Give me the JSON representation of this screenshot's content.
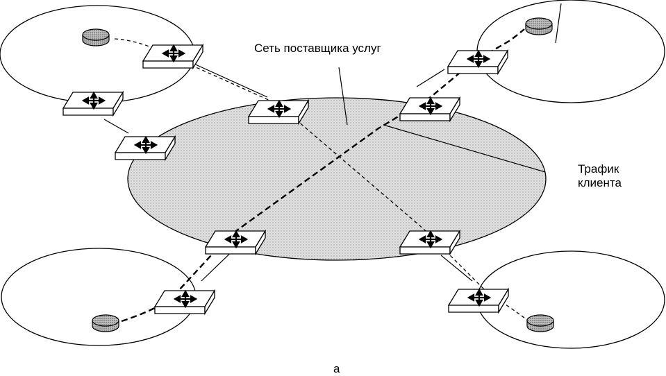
{
  "labels": {
    "provider_network": "Сеть поставщика услуг",
    "client_traffic_line1": "Трафик",
    "client_traffic_line2": "клиента",
    "caption": "а"
  },
  "colors": {
    "provider_fill": "#d7d7d7",
    "outline": "#000000",
    "router_fill": "#9a9a9a",
    "switch_fill": "#ffffff"
  },
  "icons": [
    "switch-icon",
    "router-icon"
  ]
}
